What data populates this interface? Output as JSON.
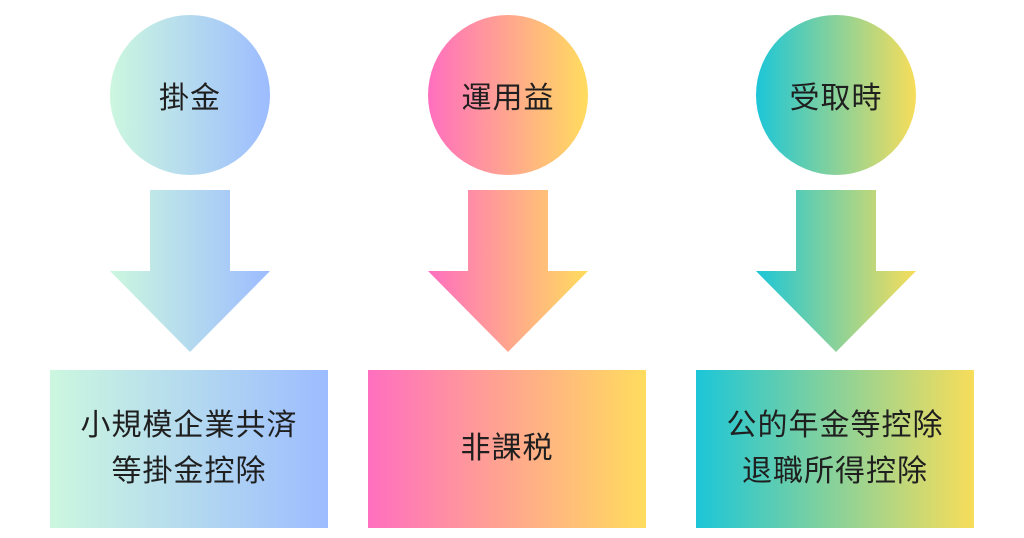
{
  "columns": [
    {
      "heading": "掛金",
      "result_lines": [
        "小規模企業共済",
        "等掛金控除"
      ],
      "gradient": [
        "#ccf7df",
        "#9cbcff"
      ]
    },
    {
      "heading": "運用益",
      "result_lines": [
        "非課税"
      ],
      "gradient": [
        "#ff6fbf",
        "#ffdc5e"
      ]
    },
    {
      "heading": "受取時",
      "result_lines": [
        "公的年金等控除",
        "退職所得控除"
      ],
      "gradient": [
        "#1cc6d8",
        "#f7dd5a"
      ]
    }
  ]
}
